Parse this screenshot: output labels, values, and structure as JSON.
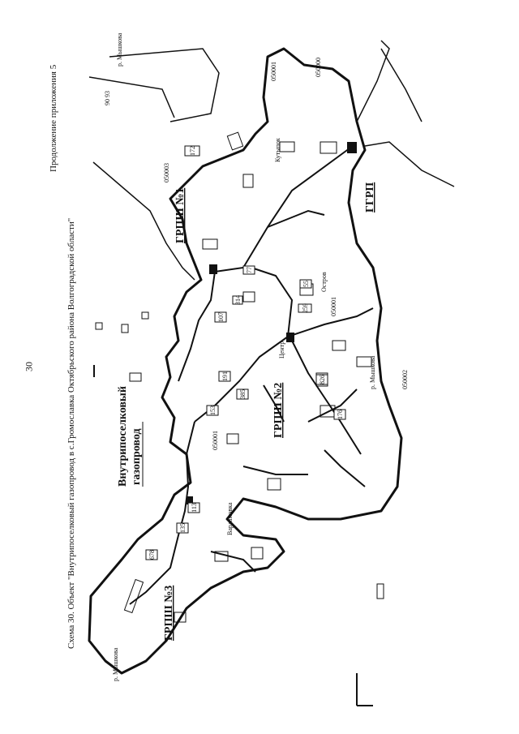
{
  "page": {
    "number": "30",
    "continuation": "Продолжение приложения 5",
    "caption_line1": "Схема 30. Объект \"Внутрипоселковый газопровод в с.Громославка Октябрьского района Волгоградской области\"",
    "caption_line2": ""
  },
  "map": {
    "title_line1": "Внутрипоселковый",
    "title_line2": "газопровод",
    "labels": {
      "grpsh1": "ГРПШ №1",
      "grpsh2": "ГРПШ №2",
      "grpsh3": "ГРПШ №3",
      "grp": "ГГРП",
      "place_varlamovka": "Варламовка",
      "place_kutupok": "Кутыпок",
      "place_center": "Центр",
      "place_ostrov": "Остров",
      "river_1": "р. Мышкова",
      "river_2": "р. Мышкова",
      "river_3": "р. Мышкова",
      "code_050001a": "050001",
      "code_050002": "050002",
      "code_050003": "050003",
      "code_050001b": "050001",
      "code_050001c": "050001",
      "code_050000": "050000",
      "code_9093": "90 93"
    },
    "parcels": {
      "p172": "172",
      "p77": "77",
      "p55": "55",
      "p259": "259",
      "p107": "107",
      "p191": "191",
      "p385": "385",
      "p153": "153",
      "p826": "826",
      "p176": "176",
      "p113": "113",
      "p135": "135",
      "p678": "678",
      "p314": "314"
    }
  }
}
